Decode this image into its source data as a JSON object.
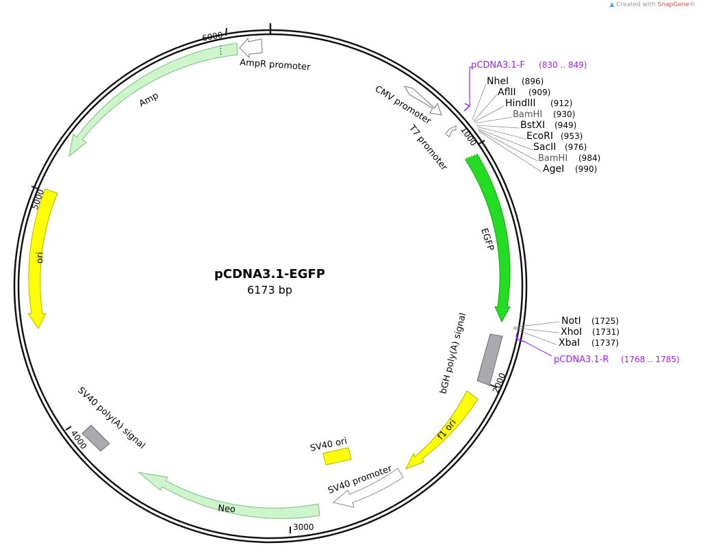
{
  "watermark": {
    "prefix": "Created with ",
    "brand": "SnapGene",
    "suffix": "®"
  },
  "plasmid": {
    "name": "pCDNA3.1-EGFP",
    "size": "6173 bp"
  },
  "ticks": [
    {
      "bp": 1000,
      "label": "1000"
    },
    {
      "bp": 2000,
      "label": "2000"
    },
    {
      "bp": 3000,
      "label": "3000"
    },
    {
      "bp": 4000,
      "label": "4000"
    },
    {
      "bp": 5000,
      "label": "5000"
    },
    {
      "bp": 6000,
      "label": "6000"
    }
  ],
  "features": [
    {
      "name": "CMV promoter",
      "type": "promoter",
      "color": "#ffffff",
      "stroke": "#888888"
    },
    {
      "name": "T7 promoter",
      "type": "promoter",
      "color": "#ffffff",
      "stroke": "#888888"
    },
    {
      "name": "EGFP",
      "type": "cds",
      "color": "#22dd22",
      "stroke": "#1a9e1a"
    },
    {
      "name": "bGH poly(A) signal",
      "type": "terminator",
      "color": "#a8aab0",
      "stroke": "#6b6d72"
    },
    {
      "name": "f1 ori",
      "type": "origin",
      "color": "#ffff00",
      "stroke": "#b0b000"
    },
    {
      "name": "SV40 promoter",
      "type": "promoter",
      "color": "#ffffff",
      "stroke": "#888888"
    },
    {
      "name": "SV40 ori",
      "type": "origin",
      "color": "#ffff00",
      "stroke": "#b0b000"
    },
    {
      "name": "Neo",
      "type": "cds",
      "color": "#ccf5cc",
      "stroke": "#7dbb7d"
    },
    {
      "name": "SV40 poly(A) signal",
      "type": "terminator",
      "color": "#a8aab0",
      "stroke": "#6b6d72"
    },
    {
      "name": "ori",
      "type": "origin",
      "color": "#ffff00",
      "stroke": "#b0b000"
    },
    {
      "name": "Amp",
      "type": "cds",
      "color": "#ccf5cc",
      "stroke": "#7dbb7d"
    },
    {
      "name": "AmpR promoter",
      "type": "promoter",
      "color": "#ffffff",
      "stroke": "#888888"
    }
  ],
  "primers": [
    {
      "name": "pCDNA3.1-F",
      "range": "(830 .. 849)",
      "color": "#a020f0"
    },
    {
      "name": "pCDNA3.1-R",
      "range": "(1768 .. 1785)",
      "color": "#a020f0"
    }
  ],
  "sites": [
    {
      "name": "NheI",
      "pos": "(896)",
      "unique": true
    },
    {
      "name": "AflII",
      "pos": "(909)",
      "unique": true
    },
    {
      "name": "HindIII",
      "pos": "(912)",
      "unique": true
    },
    {
      "name": "BamHI",
      "pos": "(930)",
      "unique": false
    },
    {
      "name": "BstXI",
      "pos": "(949)",
      "unique": true
    },
    {
      "name": "EcoRI",
      "pos": "(953)",
      "unique": true
    },
    {
      "name": "SacII",
      "pos": "(976)",
      "unique": true
    },
    {
      "name": "BamHI",
      "pos": "(984)",
      "unique": false
    },
    {
      "name": "AgeI",
      "pos": "(990)",
      "unique": true
    },
    {
      "name": "NotI",
      "pos": "(1725)",
      "unique": true
    },
    {
      "name": "XhoI",
      "pos": "(1731)",
      "unique": true
    },
    {
      "name": "XbaI",
      "pos": "(1737)",
      "unique": true
    }
  ]
}
